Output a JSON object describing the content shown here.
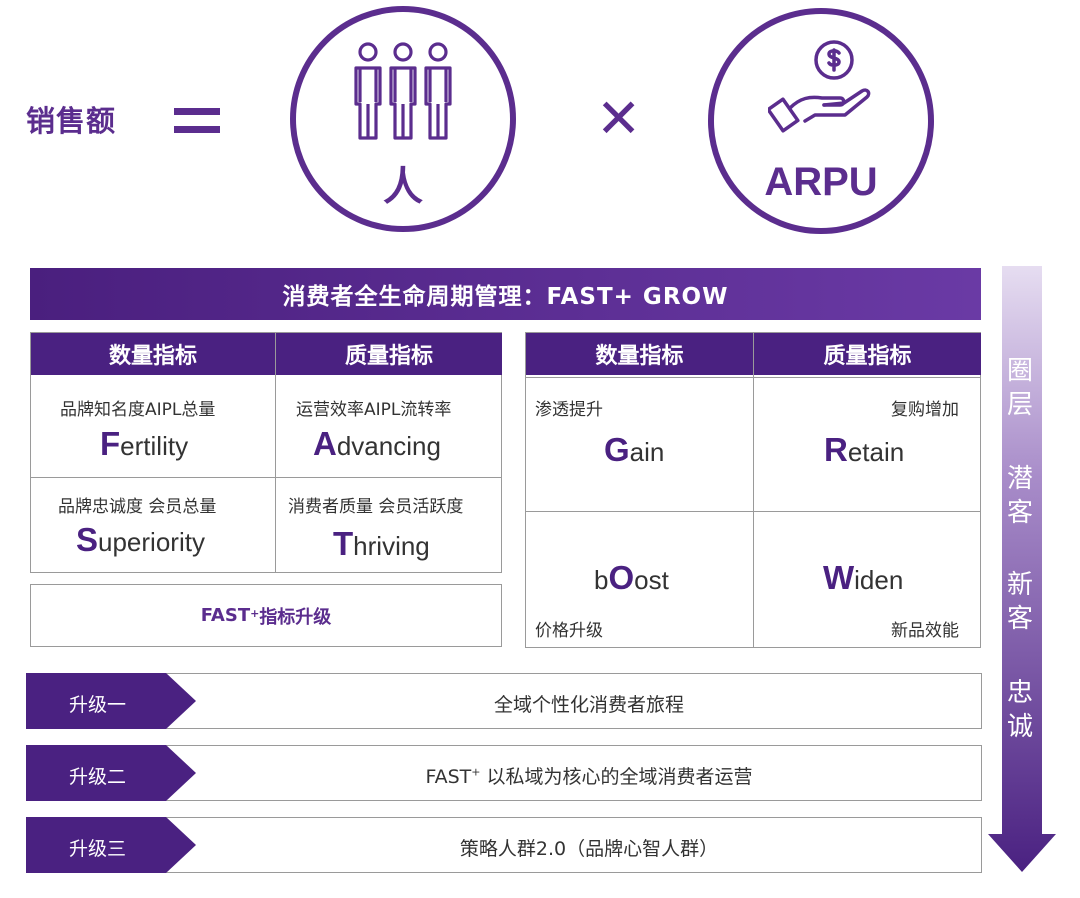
{
  "formula": {
    "sales_label": "销售额",
    "people_label": "人",
    "arpu_label": "ARPU"
  },
  "header": {
    "title": "消费者全生命周期管理：FAST+ GROW"
  },
  "left_table": {
    "headers": [
      "数量指标",
      "质量指标"
    ],
    "cells": [
      {
        "cn": "品牌知名度AIPL总量",
        "cap": "F",
        "rest": "ertility"
      },
      {
        "cn": "运营效率AIPL流转率",
        "cap": "A",
        "rest": "dvancing"
      },
      {
        "cn": "品牌忠诚度 会员总量",
        "cap": "S",
        "rest": "uperiority"
      },
      {
        "cn": "消费者质量 会员活跃度",
        "cap": "T",
        "rest": "hriving"
      }
    ],
    "fast_upgrade": {
      "prefix": "FAST",
      "sup": "+",
      "suffix": "指标升级"
    }
  },
  "right_table": {
    "headers": [
      "数量指标",
      "质量指标"
    ],
    "cells": [
      {
        "cn": "渗透提升",
        "pre": "",
        "cap": "G",
        "rest": "ain"
      },
      {
        "cn": "复购增加",
        "pre": "",
        "cap": "R",
        "rest": "etain"
      },
      {
        "cn": "价格升级",
        "pre": "b",
        "cap": "O",
        "rest": "ost"
      },
      {
        "cn": "新品效能",
        "pre": "",
        "cap": "W",
        "rest": "iden"
      }
    ]
  },
  "upgrades": [
    {
      "tag": "升级一",
      "desc": "全域个性化消费者旅程",
      "desc_prefix": "",
      "desc_sup": ""
    },
    {
      "tag": "升级二",
      "desc": " 以私域为核心的全域消费者运营",
      "desc_prefix": "FAST",
      "desc_sup": "+"
    },
    {
      "tag": "升级三",
      "desc": "策略人群2.0（品牌心智人群）",
      "desc_prefix": "",
      "desc_sup": ""
    }
  ],
  "side_arrow": {
    "words": [
      "圈层",
      "潜客",
      "新客",
      "忠诚"
    ]
  },
  "colors": {
    "primary": "#5b2d8e",
    "dark": "#4a2181",
    "gradient_light": "#e3d9ef"
  },
  "icons": [
    "people-icon",
    "hand-coin-icon",
    "equals-icon",
    "times-icon"
  ]
}
